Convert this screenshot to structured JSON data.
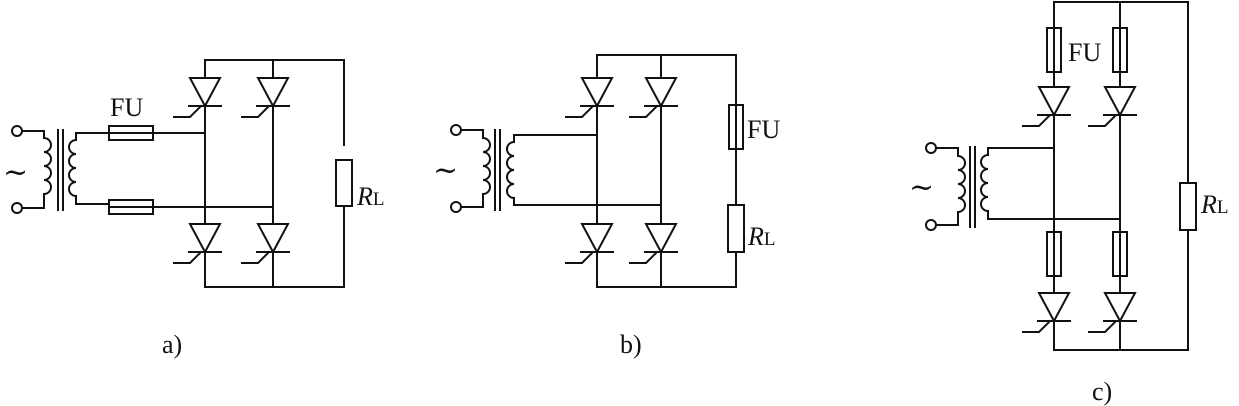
{
  "panels": [
    {
      "id": "a",
      "caption": "a)",
      "fuse_label": "FU",
      "load_label_main": "R",
      "load_label_sub": "L",
      "source_symbol": "~"
    },
    {
      "id": "b",
      "caption": "b)",
      "fuse_label": "FU",
      "load_label_main": "R",
      "load_label_sub": "L",
      "source_symbol": "~"
    },
    {
      "id": "c",
      "caption": "c)",
      "fuse_label": "FU",
      "load_label_main": "R",
      "load_label_sub": "L",
      "source_symbol": "~"
    }
  ]
}
